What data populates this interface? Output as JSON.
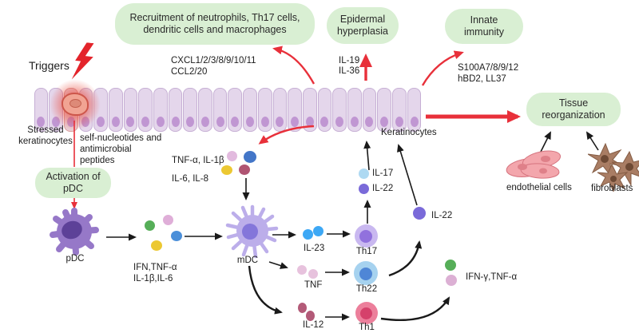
{
  "boxes": {
    "recruitment": "Recruitment of neutrophils, Th17 cells, dendritic cells and macrophages",
    "epidermal": "Epidermal hyperplasia",
    "innate": "Innate immunity",
    "activation": "Activation of pDC",
    "tissue": "Tissue reorganization"
  },
  "labels": {
    "triggers": "Triggers",
    "cxcl": "CXCL1/2/3/8/9/10/11",
    "ccl": "CCL2/20",
    "il19": "IL-19",
    "il36": "IL-36",
    "s100": "S100A7/8/9/12",
    "hbd2": "hBD2, LL37",
    "stressed": "Stressed keratinocytes",
    "self_nucleotides": "self-nucleotides and antimicrobial peptides",
    "pdc": "pDC",
    "ifn_tnf": "IFN,TNF-α",
    "il1b_il6": "IL-1β,IL-6",
    "tnfa_il1b": "TNF-α, IL-1β",
    "il6_il8": "IL-6, IL-8",
    "mdc": "mDC",
    "il23": "IL-23",
    "tnf": "TNF",
    "il12": "IL-12",
    "th17": "Th17",
    "th22": "Th22",
    "th1": "Th1",
    "il17": "IL-17",
    "il22_a": "IL-22",
    "il22_b": "IL-22",
    "keratinocytes": "Keratinocytes",
    "ifng_tnfa": "IFN-γ,TNF-α",
    "endothelial": "endothelial cells",
    "fibroblasts": "fibroblasts"
  },
  "epidermis": {
    "cell_count": 26,
    "stressed_index": 2
  },
  "palette": {
    "box_green": "#d9efd3",
    "cell_lavender": "#e4d6eb",
    "cell_nucleus": "#c096d2",
    "red_arrow": "#e8303a",
    "black_arrow": "#1a1a1a",
    "pdc_body": "#9678c8",
    "pdc_nucleus": "#5d4198",
    "mdc_body": "#bcaeea",
    "mdc_nucleus": "#8476da",
    "th17_outer": "#c9b8f0",
    "th17_inner": "#9171dd",
    "th22_outer": "#a6d2ef",
    "th22_inner": "#4f86d6",
    "th1_outer": "#ec7f9b",
    "th1_inner": "#d5416b",
    "dot_green": "#56ae58",
    "dot_pink": "#dfaed8",
    "dot_blue": "#4b8fd9",
    "dot_yellow": "#ecc832",
    "dot_maroon": "#b05573",
    "dot_lightblue": "#aed9f2",
    "dot_purple": "#7a6ad9",
    "endothelial_pink": "#f3a6ac",
    "fibroblast_brown": "#a97d64"
  }
}
